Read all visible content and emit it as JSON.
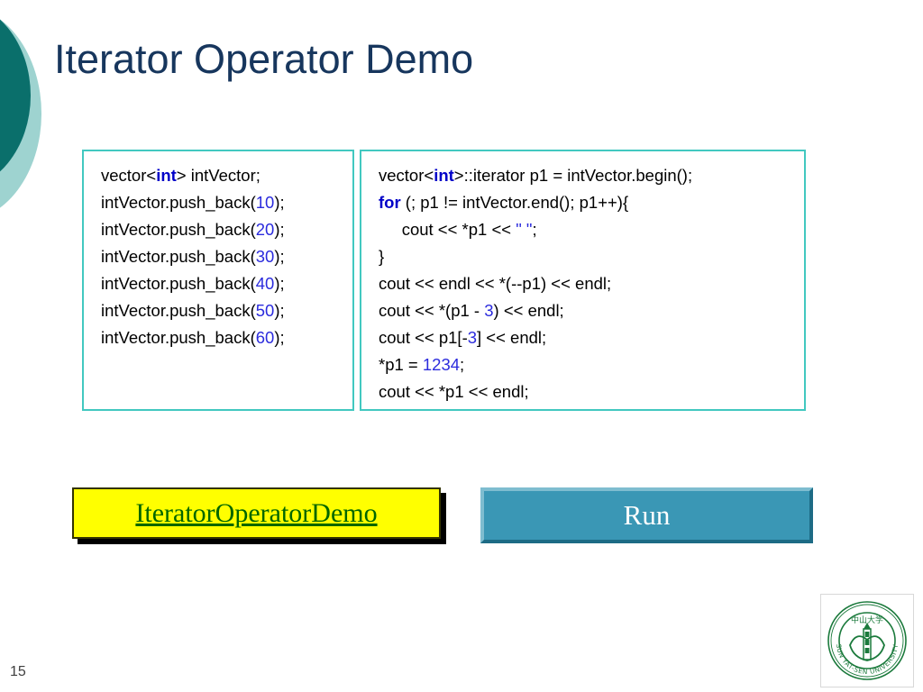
{
  "slide": {
    "title": "Iterator Operator Demo",
    "number": "15",
    "title_color": "#17365d",
    "decoration": {
      "leaf_dark_color": "#0a6f6b",
      "leaf_light_color": "#9ed3d0"
    }
  },
  "code_left": {
    "border_color": "#42c8c0",
    "lines": [
      [
        {
          "t": "vector<",
          "k": "plain"
        },
        {
          "t": "int",
          "k": "keyword"
        },
        {
          "t": "> intVector;",
          "k": "plain"
        }
      ],
      [
        {
          "t": "intVector.push_back(",
          "k": "plain"
        },
        {
          "t": "10",
          "k": "number"
        },
        {
          "t": ");",
          "k": "plain"
        }
      ],
      [
        {
          "t": "intVector.push_back(",
          "k": "plain"
        },
        {
          "t": "20",
          "k": "number"
        },
        {
          "t": ");",
          "k": "plain"
        }
      ],
      [
        {
          "t": "intVector.push_back(",
          "k": "plain"
        },
        {
          "t": "30",
          "k": "number"
        },
        {
          "t": ");",
          "k": "plain"
        }
      ],
      [
        {
          "t": "intVector.push_back(",
          "k": "plain"
        },
        {
          "t": "40",
          "k": "number"
        },
        {
          "t": ");",
          "k": "plain"
        }
      ],
      [
        {
          "t": "intVector.push_back(",
          "k": "plain"
        },
        {
          "t": "50",
          "k": "number"
        },
        {
          "t": ");",
          "k": "plain"
        }
      ],
      [
        {
          "t": "intVector.push_back(",
          "k": "plain"
        },
        {
          "t": "60",
          "k": "number"
        },
        {
          "t": ");",
          "k": "plain"
        }
      ]
    ]
  },
  "code_right": {
    "border_color": "#42c8c0",
    "lines": [
      [
        {
          "t": "vector<",
          "k": "plain"
        },
        {
          "t": "int",
          "k": "keyword"
        },
        {
          "t": ">::iterator p1 = intVector.begin();",
          "k": "plain"
        }
      ],
      [
        {
          "t": "for",
          "k": "keyword"
        },
        {
          "t": " (; p1 != intVector.end(); p1++){",
          "k": "plain"
        }
      ],
      [
        {
          "t": "     cout << *p1 << ",
          "k": "plain"
        },
        {
          "t": "\" \"",
          "k": "string"
        },
        {
          "t": ";",
          "k": "plain"
        }
      ],
      [
        {
          "t": "}",
          "k": "plain"
        }
      ],
      [
        {
          "t": "cout << endl << *(--p1) << endl;",
          "k": "plain"
        }
      ],
      [
        {
          "t": "cout << *(p1 - ",
          "k": "plain"
        },
        {
          "t": "3",
          "k": "number"
        },
        {
          "t": ") << endl;",
          "k": "plain"
        }
      ],
      [
        {
          "t": "cout << p1[-",
          "k": "plain"
        },
        {
          "t": "3",
          "k": "number"
        },
        {
          "t": "] << endl;",
          "k": "plain"
        }
      ],
      [
        {
          "t": "*p1 = ",
          "k": "plain"
        },
        {
          "t": "1234",
          "k": "number"
        },
        {
          "t": ";",
          "k": "plain"
        }
      ],
      [
        {
          "t": "cout << *p1 << endl;",
          "k": "plain"
        }
      ]
    ]
  },
  "buttons": {
    "demo_link": {
      "label": "IteratorOperatorDemo",
      "background": "#ffff00",
      "text_color": "#006600"
    },
    "run": {
      "label": "Run",
      "background": "#3a97b5",
      "text_color": "#ffffff"
    }
  },
  "logo": {
    "name": "sun-yat-sen-university-seal",
    "chinese_text": "中山大学",
    "english_text": "SUN YAT-SEN UNIVERSITY",
    "color": "#1b7a3c"
  }
}
